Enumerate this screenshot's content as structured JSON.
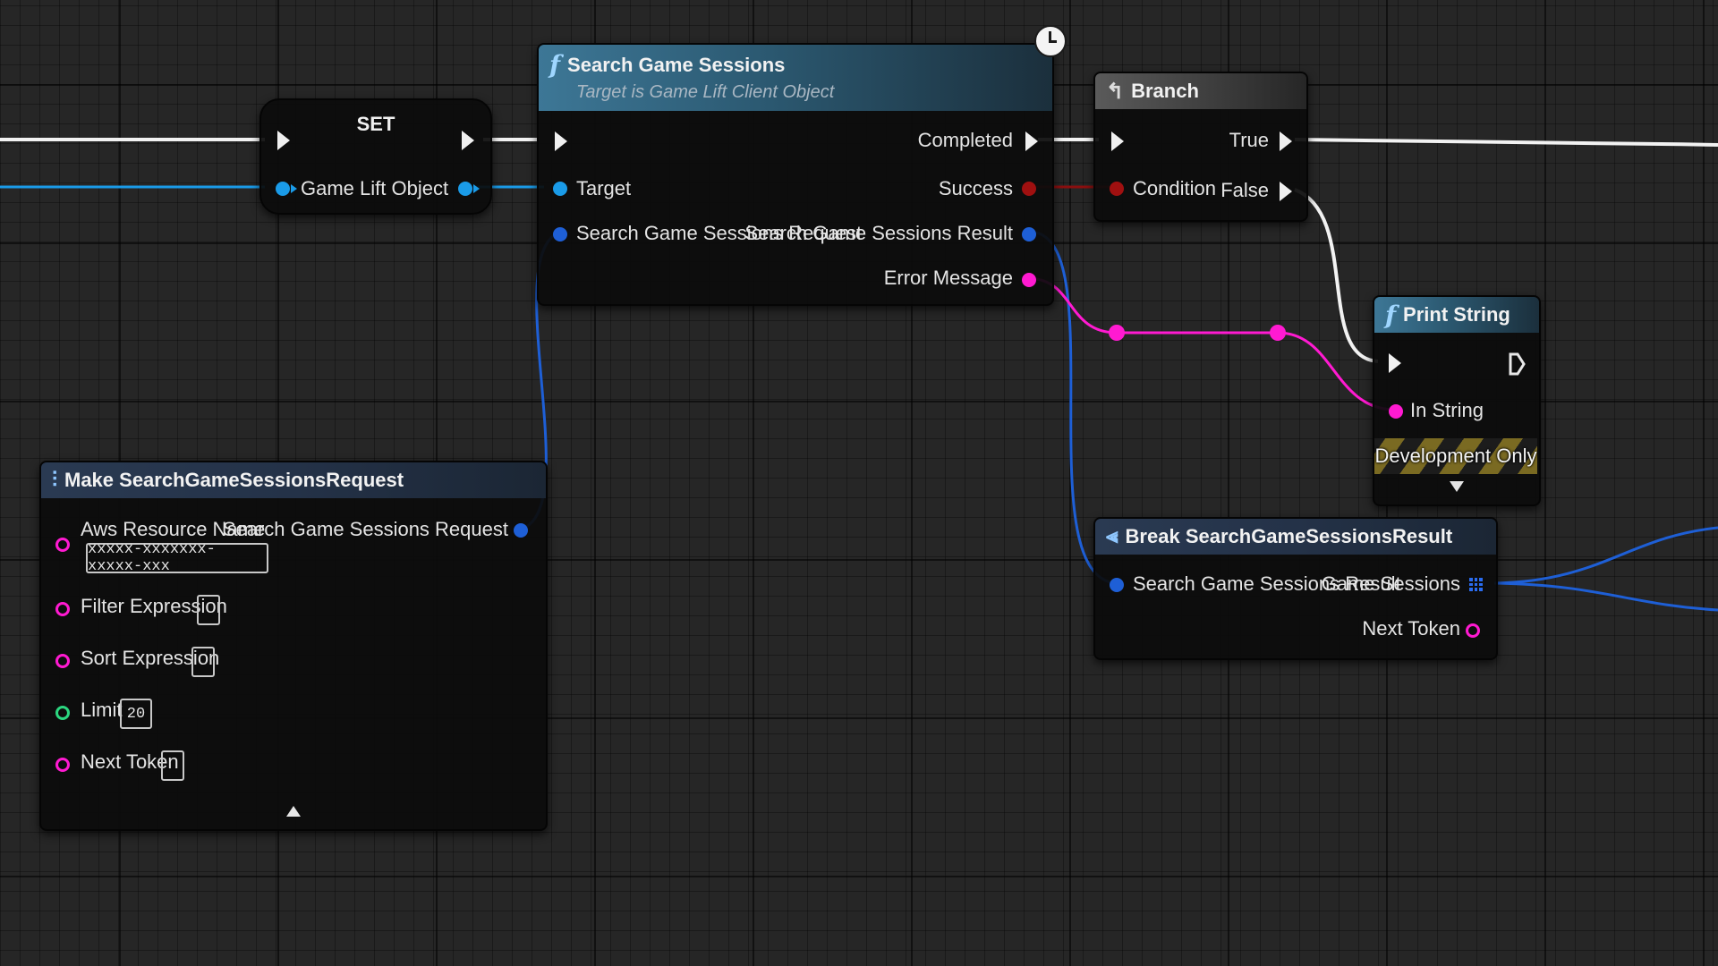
{
  "nodes": {
    "set": {
      "title": "SET",
      "pin_game_lift_object": "Game Lift Object"
    },
    "search_game_sessions": {
      "title": "Search Game Sessions",
      "subtitle": "Target is Game Lift Client Object",
      "in_target": "Target",
      "in_request": "Search Game Sessions Request",
      "out_completed": "Completed",
      "out_success": "Success",
      "out_result": "Search Game Sessions Result",
      "out_error": "Error Message"
    },
    "branch": {
      "title": "Branch",
      "in_condition": "Condition",
      "out_true": "True",
      "out_false": "False"
    },
    "print_string": {
      "title": "Print String",
      "in_string": "In String",
      "dev_only": "Development Only"
    },
    "make_request": {
      "title": "Make SearchGameSessionsRequest",
      "in_aws_resource_name": "Aws Resource Name",
      "aws_resource_value": "xxxxx-xxxxxxx-xxxxx-xxx",
      "in_filter_expression": "Filter Expression",
      "in_sort_expression": "Sort Expression",
      "in_limit": "Limit",
      "limit_value": "20",
      "in_next_token": "Next Token",
      "out_request": "Search Game Sessions Request"
    },
    "break_result": {
      "title": "Break SearchGameSessionsResult",
      "in_result": "Search Game Sessions Result",
      "out_game_sessions": "Game Sessions",
      "out_next_token": "Next Token"
    }
  },
  "colors": {
    "exec_wire": "#f2f2f2",
    "object_wire": "#1a9be8",
    "struct_wire": "#1e5fd6",
    "bool_wire": "#8a0f0f",
    "string_wire": "#ff1ad1"
  },
  "icons": {
    "function": "function-icon",
    "branch": "branch-icon",
    "make_struct": "make-struct-icon",
    "break_struct": "break-struct-icon",
    "latent": "clock-icon"
  }
}
